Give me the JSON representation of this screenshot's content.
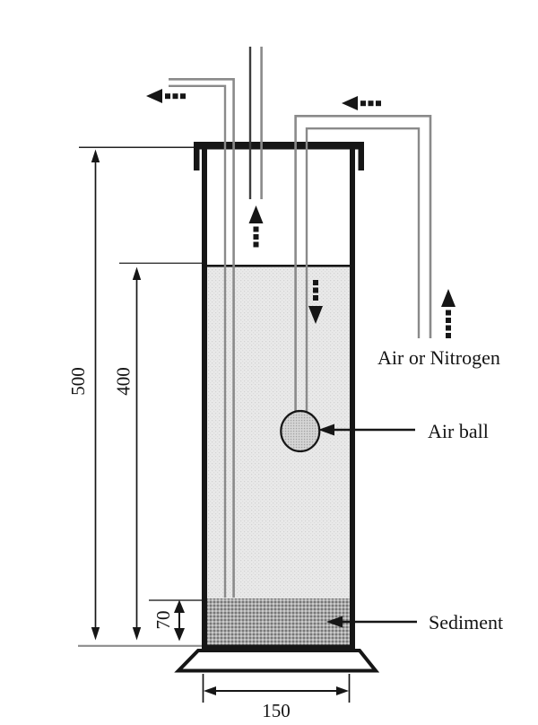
{
  "figure": {
    "kind": "experimental-apparatus-schematic",
    "labels": {
      "air_or_nitrogen": "Air or Nitrogen",
      "air_ball": "Air ball",
      "sediment": "Sediment"
    },
    "dimensions": {
      "column_height": "500",
      "water_depth": "400",
      "sediment_depth": "70",
      "column_width": "150"
    },
    "colors": {
      "line": "#161616",
      "tube": "#8a8a8a",
      "tube_dark": "#3d3d3d",
      "water_fill": "#e9e9e9",
      "sediment_fill": "#a8a8a8",
      "ball_fill": "#cfcfcf",
      "reference_line": "#8c8c8c",
      "background": "#ffffff"
    }
  }
}
